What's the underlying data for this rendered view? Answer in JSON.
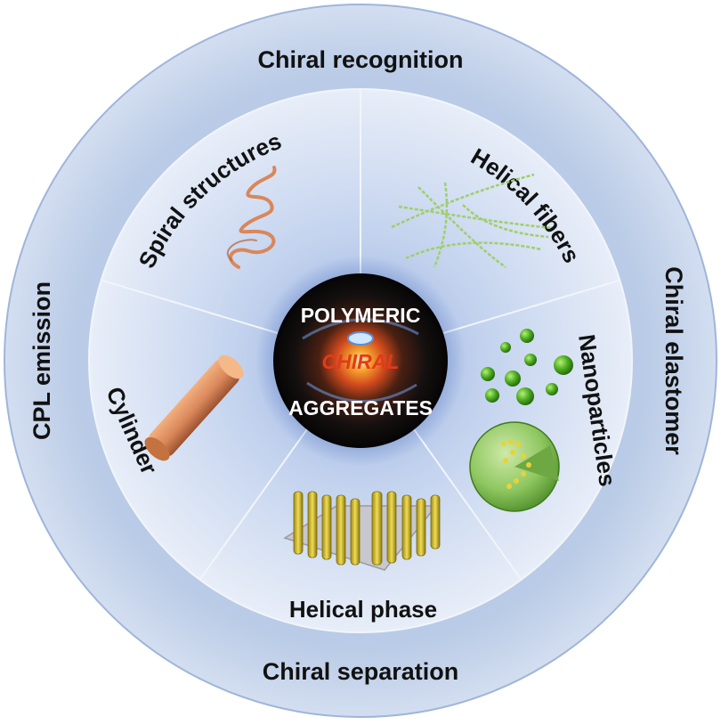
{
  "outer_ring": {
    "top": "Chiral recognition",
    "right": "Chiral elastomer",
    "bottom": "Chiral separation",
    "left": "CPL emission"
  },
  "segments": {
    "spiral": "Spiral structures",
    "fibers": "Helical fibers",
    "nanoparticles": "Nanoparticles",
    "phase": "Helical phase",
    "cylinder": "Cylinder"
  },
  "center": {
    "line1": "POLYMERIC",
    "line2": "CHIRAL",
    "line3": "AGGREGATES"
  },
  "colors": {
    "outer_ring": "#c7d5ea",
    "inner_disc": "#dfe7f4",
    "spoke": "#f4f7fc",
    "copper": "#d9875a",
    "fiber_green": "#9fcf6a",
    "sphere_green": "#4fae22",
    "gold_rod": "#d8c23a",
    "core_dark": "#1a1410",
    "core_red": "#e23a1c"
  }
}
